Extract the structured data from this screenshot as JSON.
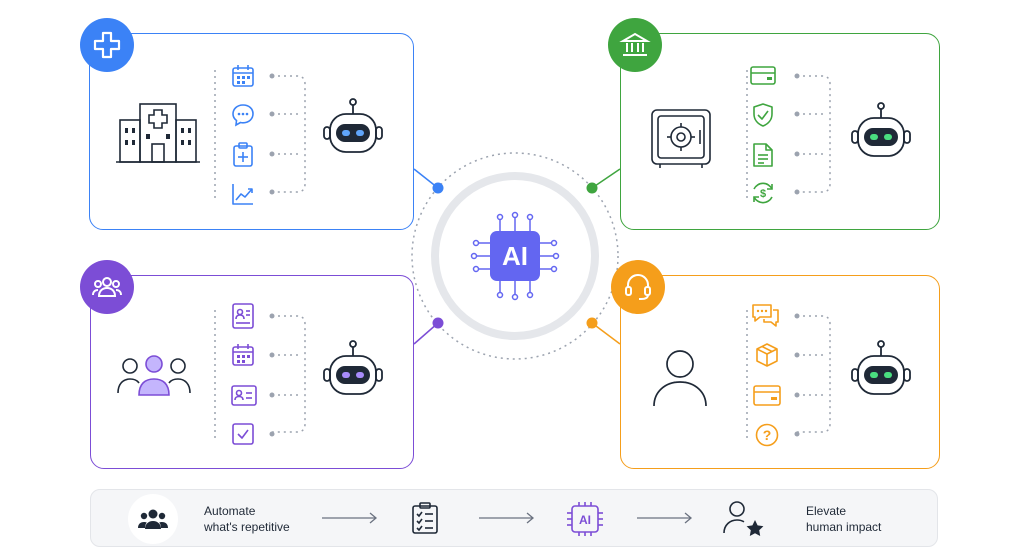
{
  "center": {
    "label": "AI"
  },
  "colors": {
    "healthcare": "#3b82f6",
    "finance": "#3fa53f",
    "hr": "#7c4dd6",
    "support": "#f59e1b",
    "gray": "#1f2937"
  },
  "panels": [
    {
      "id": "healthcare",
      "badge_icon": "medical-cross-icon",
      "main_icon": "hospital-icon",
      "robot": "robot-icon",
      "items": [
        "calendar-icon",
        "chat-bubble-icon",
        "clipboard-plus-icon",
        "trend-chart-icon"
      ]
    },
    {
      "id": "finance",
      "badge_icon": "bank-icon",
      "main_icon": "safe-icon",
      "robot": "robot-icon",
      "items": [
        "credit-card-icon",
        "shield-check-icon",
        "document-icon",
        "dollar-cycle-icon"
      ]
    },
    {
      "id": "hr",
      "badge_icon": "team-icon",
      "main_icon": "people-group-icon",
      "robot": "robot-icon",
      "items": [
        "resume-icon",
        "calendar-icon",
        "id-card-icon",
        "checkbox-icon"
      ]
    },
    {
      "id": "support",
      "badge_icon": "headset-icon",
      "main_icon": "person-icon",
      "robot": "robot-icon",
      "items": [
        "chat-bubbles-icon",
        "package-icon",
        "credit-card-icon",
        "help-icon"
      ]
    }
  ],
  "bottom_bar": {
    "step1": {
      "line1": "Automate",
      "line2": "what's repetitive"
    },
    "step2": {
      "line1": "Elevate",
      "line2": "human impact"
    }
  }
}
